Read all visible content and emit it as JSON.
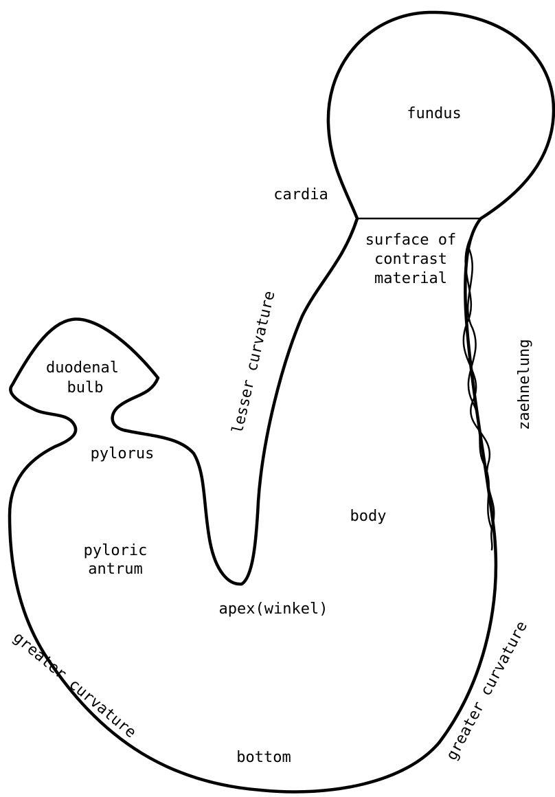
{
  "labels": {
    "fundus": "fundus",
    "cardia": "cardia",
    "surface_1": "surface of",
    "surface_2": "contrast",
    "surface_3": "material",
    "lesser_curvature": "lesser curvature",
    "zaehnelung": "zaehnelung",
    "duodenal_1": "duodenal",
    "duodenal_2": "bulb",
    "pylorus": "pylorus",
    "body": "body",
    "pyloric_1": "pyloric",
    "pyloric_2": "antrum",
    "apex": "apex(winkel)",
    "greater_curvature_left": "greater curvature",
    "greater_curvature_right": "greater curvature",
    "bottom": "bottom"
  },
  "colors": {
    "line": "#000000",
    "background": "#ffffff"
  }
}
